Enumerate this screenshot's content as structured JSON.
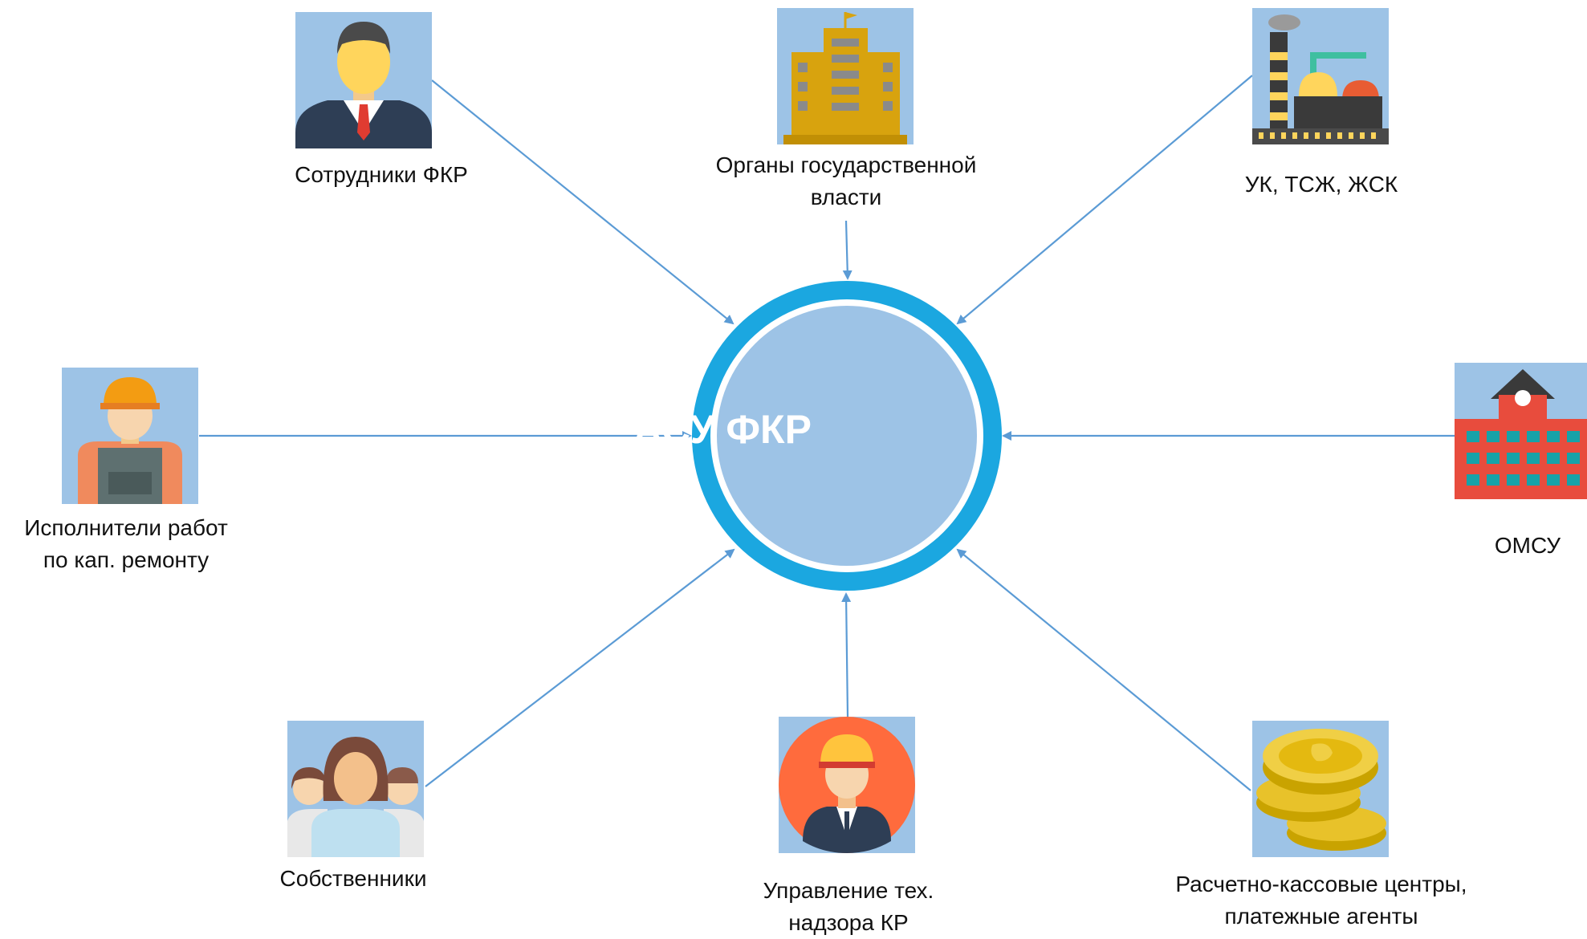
{
  "center": {
    "title": "АСУ ФКР"
  },
  "nodes": {
    "employees": {
      "label": [
        "Сотрудники ФКР"
      ]
    },
    "government": {
      "label": [
        "Органы государственной",
        "власти"
      ]
    },
    "management": {
      "label": [
        "УК, ТСЖ, ЖСК"
      ]
    },
    "contractors": {
      "label": [
        "Исполнители работ",
        "по кап. ремонту"
      ]
    },
    "omsu": {
      "label": [
        "ОМСУ"
      ]
    },
    "owners": {
      "label": [
        "Собственники"
      ]
    },
    "supervision": {
      "label": [
        "Управление тех.",
        "надзора КР"
      ]
    },
    "payment": {
      "label": [
        "Расчетно-кассовые центры,",
        "платежные агенты"
      ]
    }
  },
  "colors": {
    "arrow": "#5B9BD5",
    "ring": "#1BA7E0",
    "core": "#9DC3E6",
    "tile": "#9DC3E6"
  }
}
